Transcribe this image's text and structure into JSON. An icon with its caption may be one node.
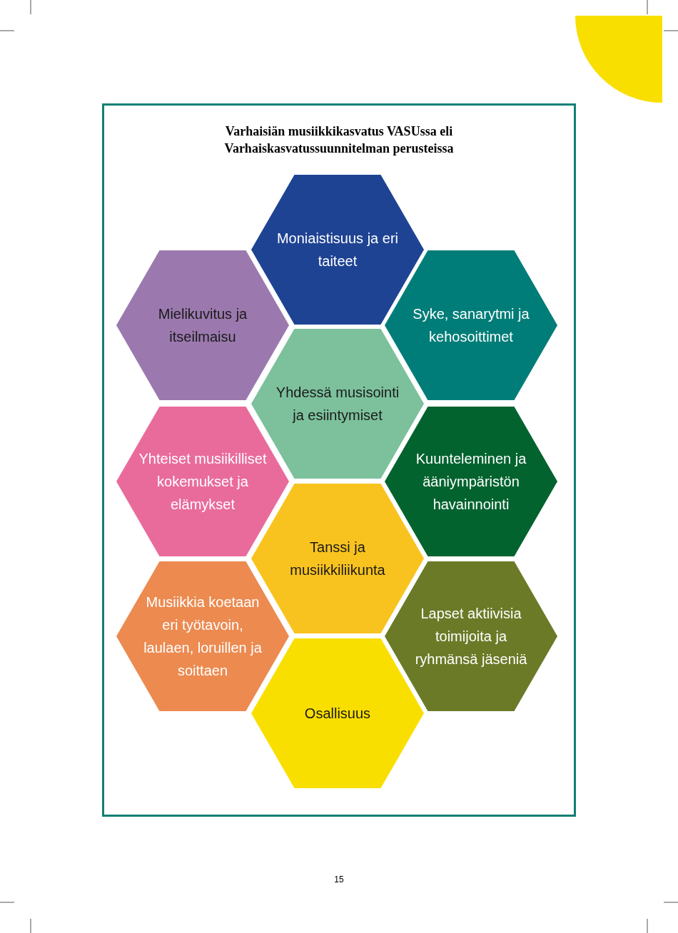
{
  "diagram": {
    "title": "Varhaisiän musiikkikasvatus VASUssa eli Varhaiskasvatussuunnitelman perusteissa",
    "nodes": [
      {
        "text": [
          "Moniaistisuus ja eri taiteet"
        ]
      },
      {
        "text": [
          "Mielikuvitus ja itseilmaisu"
        ]
      },
      {
        "text": [
          "Syke, sanarytmi ja kehosoittimet"
        ]
      },
      {
        "text": [
          "Yhdessä musisointi ja esiintymiset"
        ]
      },
      {
        "text": [
          "Yhteiset musiikilliset kokemukset ja elämykset"
        ]
      },
      {
        "text": [
          "Kuunteleminen ja ääniympäristön havainnointi"
        ]
      },
      {
        "text": [
          "Tanssi ja musiikkiliikunta"
        ]
      },
      {
        "text": [
          "Musiikkia koetaan eri työtavoin, laulaen, loruillen ja soittaen"
        ]
      },
      {
        "text": [
          "Lapset aktiivisia toimijoita ja ryhmänsä jäseniä"
        ]
      },
      {
        "text": [
          "Osallisuus"
        ]
      }
    ],
    "edges": [],
    "labels": [
      "15"
    ]
  }
}
